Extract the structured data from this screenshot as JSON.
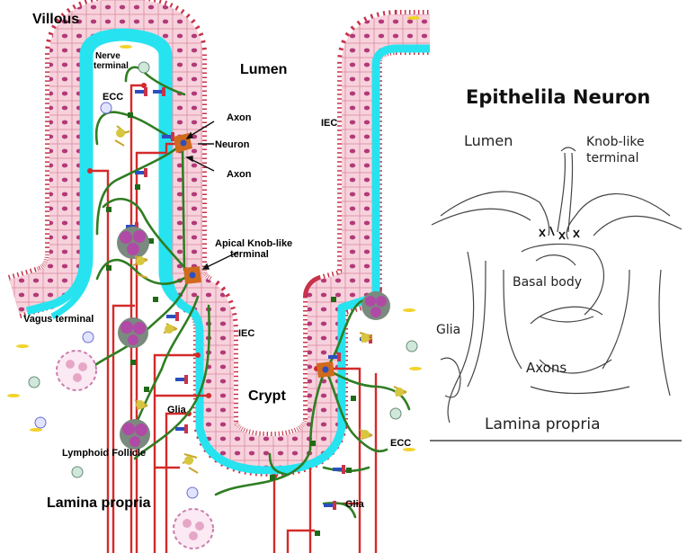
{
  "left_diagram": {
    "villous": "Villous",
    "nerve_terminal_1": "Nerve",
    "nerve_terminal_2": "terminal",
    "lumen": "Lumen",
    "ecc_top": "ECC",
    "axon_top": "Axon",
    "neuron": "Neuron",
    "axon_bottom": "Axon",
    "iec_top": "IEC",
    "apical_knob_1": "Apical Knob-like",
    "apical_knob_2": "terminal",
    "vagus_terminal": "Vagus terminal",
    "iec_mid": "IEC",
    "crypt": "Crypt",
    "glia_left": "Glia",
    "ecc_bottom": "ECC",
    "lymphoid_follicle": "Lymphoid Follicle",
    "lamina_propria": "Lamina propria",
    "glia_bottom": "Glia"
  },
  "right_panel": {
    "title": "Epithelila Neuron",
    "lumen": "Lumen",
    "knob_1": "Knob-like",
    "knob_2": "terminal",
    "basal_body": "Basal body",
    "glia": "Glia",
    "axons": "Axons",
    "lamina_propria": "Lamina propria"
  },
  "colors": {
    "lumen_lining": "#27e3f0",
    "epithelial_cell": "#f7d2dc",
    "nucleus": "#b23a78",
    "microvilli": "#c8324a",
    "nerve_fiber": "#2f7d22",
    "vagus_fiber": "#d42a2a",
    "neuron_body": "#d06a1d"
  }
}
